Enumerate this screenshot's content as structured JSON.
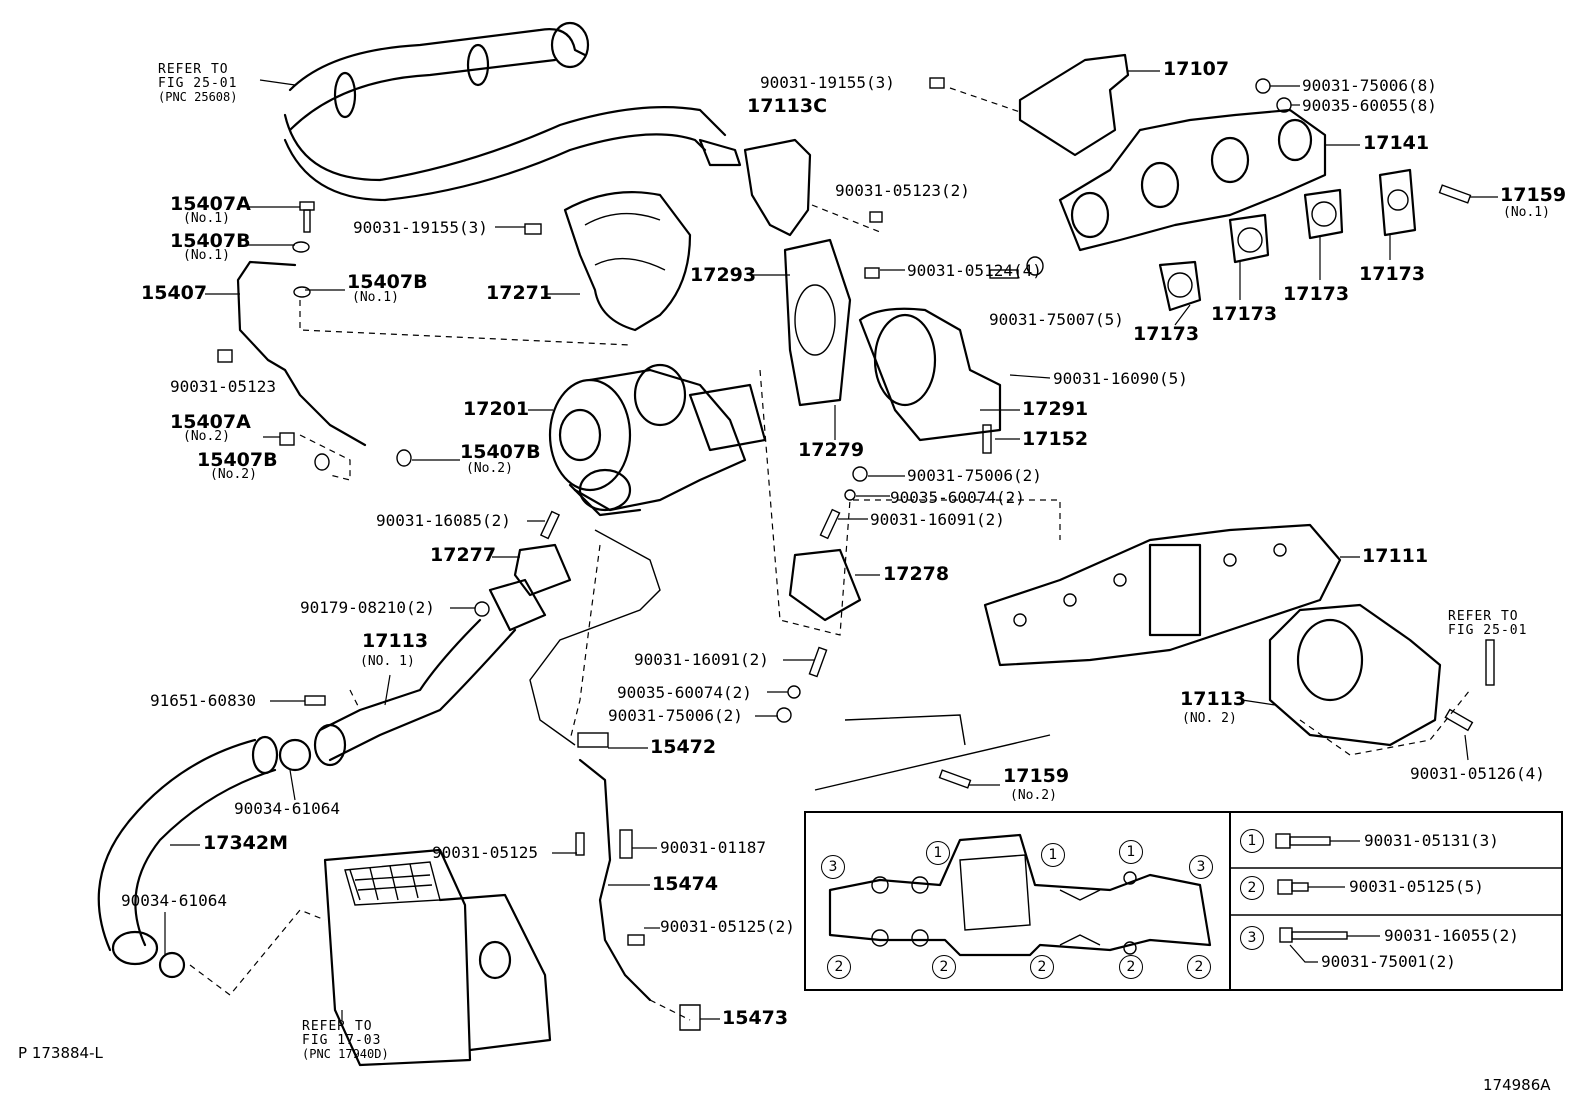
{
  "callouts": {
    "c17107": "17107",
    "c17113c": "17113C",
    "c90031_19155_top": "90031-19155(3)",
    "c90031_75006_top": "90031-75006(8)",
    "c90035_60055": "90035-60055(8)",
    "c17141": "17141",
    "c17159_no1": "17159",
    "c17159_no1_sub": "(No.1)",
    "c90031_05123_r": "90031-05123(2)",
    "c15407a_no1": "15407A",
    "c15407a_no1_sub": "(No.1)",
    "c15407b_no1a": "15407B",
    "c15407b_no1a_sub": "(No.1)",
    "c15407": "15407",
    "c15407b_no1b": "15407B",
    "c15407b_no1b_sub": "(No.1)",
    "c90031_19155_mid": "90031-19155(3)",
    "c17271": "17271",
    "c17293": "17293",
    "c90031_05124": "90031-05124(4)",
    "c17173_a": "17173",
    "c17173_b": "17173",
    "c17173_c": "17173",
    "c17173_d": "17173",
    "c90031_75007": "90031-75007(5)",
    "c90031_05123_l": "90031-05123",
    "c90031_16090": "90031-16090(5)",
    "c17201": "17201",
    "c17291": "17291",
    "c15407a_no2": "15407A",
    "c15407a_no2_sub": "(No.2)",
    "c17279": "17279",
    "c17152": "17152",
    "c15407b_no2r": "15407B",
    "c15407b_no2r_sub": "(No.2)",
    "c15407b_no2l": "15407B",
    "c15407b_no2l_sub": "(No.2)",
    "c90031_75006_mid": "90031-75006(2)",
    "c90035_60074_mid": "90035-60074(2)",
    "c90031_16085": "90031-16085(2)",
    "c90031_16091_mid": "90031-16091(2)",
    "c17111": "17111",
    "c17277": "17277",
    "c17278": "17278",
    "c90179_08210": "90179-08210(2)",
    "c17113_no1": "17113",
    "c17113_no1_sub": "(NO. 1)",
    "c90031_16091_low": "90031-16091(2)",
    "c90035_60074_low": "90035-60074(2)",
    "c90031_75006_low": "90031-75006(2)",
    "c91651_60830": "91651-60830",
    "c17113_no2": "17113",
    "c17113_no2_sub": "(NO. 2)",
    "c15472": "15472",
    "c90031_05126": "90031-05126(4)",
    "c90034_61064_a": "90034-61064",
    "c17159_no2": "17159",
    "c17159_no2_sub": "(No.2)",
    "c17342m": "17342M",
    "c90031_05125_l": "90031-05125",
    "c90031_01187": "90031-01187",
    "c15474": "15474",
    "c90031_05125_2": "90031-05125(2)",
    "c90034_61064_b": "90034-61064",
    "c15473": "15473"
  },
  "references": {
    "top_left": [
      "REFER TO",
      "FIG 25-01",
      "(PNC 25608)"
    ],
    "right": [
      "REFER TO",
      "FIG 25-01"
    ],
    "bottom": [
      "REFER TO",
      "FIG 17-03",
      "(PNC 17940D)"
    ]
  },
  "legend": {
    "markers": [
      "1",
      "2",
      "3"
    ],
    "item1": "90031-05131(3)",
    "item2": "90031-05125(5)",
    "item3a": "90031-16055(2)",
    "item3b": "90031-75001(2)"
  },
  "footer": {
    "left_code": "P 173884-L",
    "right_code": "174986A"
  }
}
